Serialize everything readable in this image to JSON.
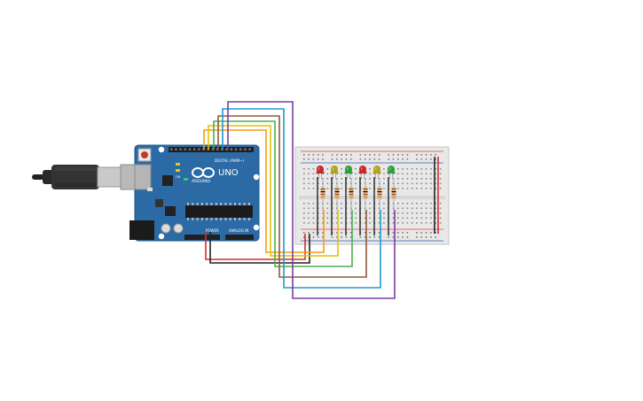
{
  "board": {
    "brand": "ARDUINO",
    "model": "UNO",
    "digital_header_label": "DIGITAL (PWM~)",
    "power_header_label": "POWER",
    "analog_header_label": "ANALOG IN",
    "on_label": "ON"
  },
  "breadboard": {
    "leds": [
      {
        "color_name": "red",
        "color": "#c62828"
      },
      {
        "color_name": "yellow",
        "color": "#b5a21c"
      },
      {
        "color_name": "green",
        "color": "#2e9e3b"
      },
      {
        "color_name": "red",
        "color": "#c62828"
      },
      {
        "color_name": "yellow",
        "color": "#b5a21c"
      },
      {
        "color_name": "green",
        "color": "#2e9e3b"
      }
    ]
  },
  "colors": {
    "pcb": "#2b6aa5",
    "breadboard": "#e8e8e8",
    "wire_red": "#d32f2f",
    "wire_black": "#222222",
    "wire_orange": "#f39c12",
    "wire_yellow": "#e6c200",
    "wire_green": "#4caf50",
    "wire_brown": "#8d5a3b",
    "wire_blue": "#1e9bc7",
    "wire_purple": "#7b3fa0"
  }
}
